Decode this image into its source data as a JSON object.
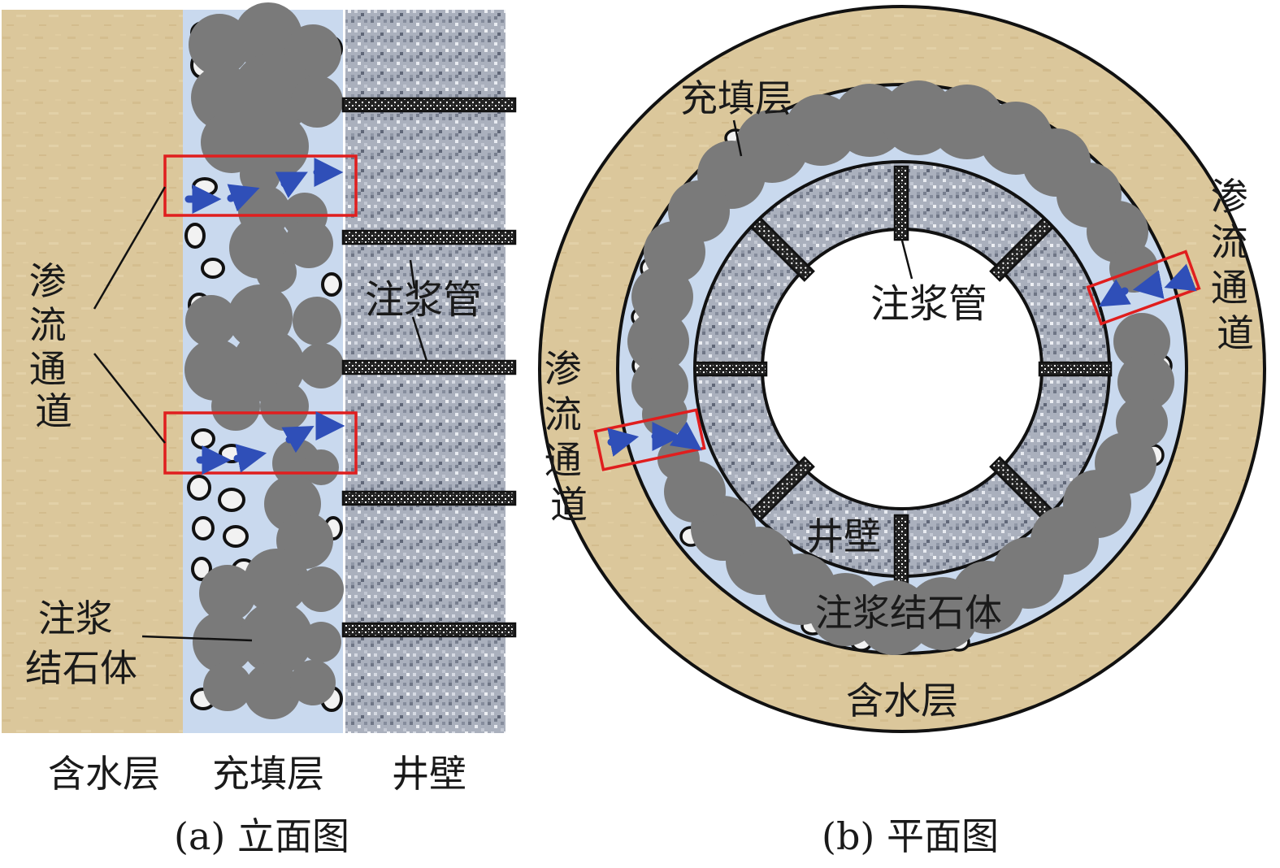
{
  "elevation": {
    "label_seepage": "渗流通道",
    "label_pipe": "注浆管",
    "label_grout": [
      "注浆",
      "结石体"
    ],
    "column_aquifer": "含水层",
    "column_fill": "充填层",
    "column_wall": "井壁",
    "caption": "(a) 立面图"
  },
  "plan": {
    "label_fill": "充填层",
    "label_pipe": "注浆管",
    "label_seepage_right": "渗流通道",
    "label_seepage_left": "渗流通道",
    "label_wall": "井壁",
    "label_grout": "注浆结石体",
    "label_aquifer": "含水层",
    "caption": "(b) 平面图"
  },
  "colors": {
    "aquifer": "#dbc79b",
    "fill_bg": "#c9d9ee",
    "grout": "#7a7a7a",
    "wall": "#a9aebb",
    "arrow": "#2f4fb8",
    "highlight": "#e01e1e"
  }
}
